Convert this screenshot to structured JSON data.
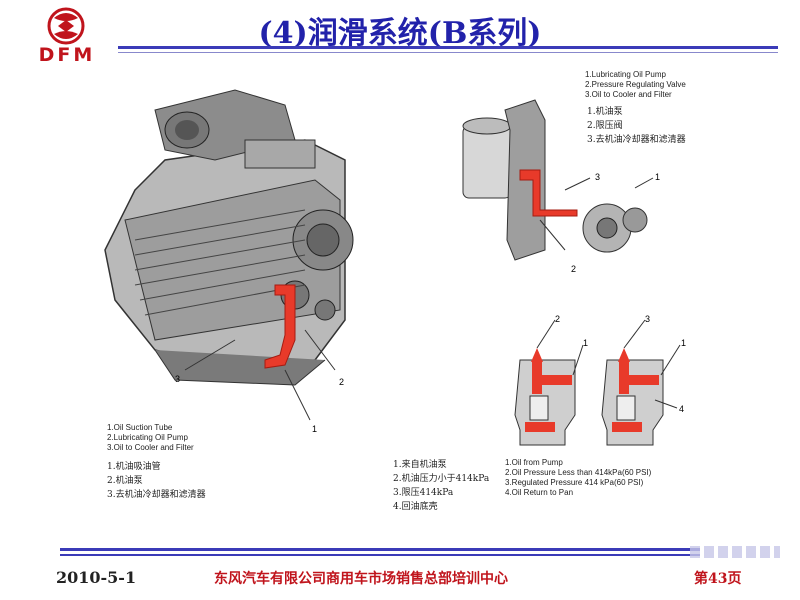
{
  "header": {
    "title": "(4)润滑系统(B系列)",
    "logo_text": "DFM"
  },
  "engine_legend": {
    "en": [
      "1.Oil Suction Tube",
      "2.Lubricating Oil Pump",
      "3.Oil to Cooler and Filter"
    ],
    "cn": [
      "1.机油吸油管",
      "2.机油泵",
      "3.去机油冷却器和滤清器"
    ]
  },
  "pump_legend": {
    "en": [
      "1.Lubricating Oil Pump",
      "2.Pressure Regulating Valve",
      "3.Oil to Cooler and Filter"
    ],
    "cn": [
      "1.机油泵",
      "2.限压阀",
      "3.去机油冷却器和滤清器"
    ]
  },
  "valve_legend": {
    "cn": [
      "1.来自机油泵",
      "2.机油压力小于414kPa",
      "3.限压414kPa",
      "4.回油底壳"
    ],
    "en": [
      "1.Oil from Pump",
      "2.Oil Pressure Less than 414kPa(60 PSI)",
      "3.Regulated Pressure 414 kPa(60 PSI)",
      "4.Oil Return to Pan"
    ]
  },
  "callouts": {
    "engine": [
      "1",
      "2",
      "3"
    ],
    "pump": [
      "1",
      "2",
      "3"
    ],
    "valve_left": [
      "1",
      "2"
    ],
    "valve_right": [
      "1",
      "3",
      "4"
    ]
  },
  "footer": {
    "date": "2010-5-1",
    "org": "东风汽车有限公司商用车市场销售总部培训中心",
    "page": "第43页"
  },
  "colors": {
    "title": "#2222aa",
    "accent_red": "#c0141c",
    "oil_red": "#e83a2a",
    "rule_blue": "#3b3bb8"
  }
}
